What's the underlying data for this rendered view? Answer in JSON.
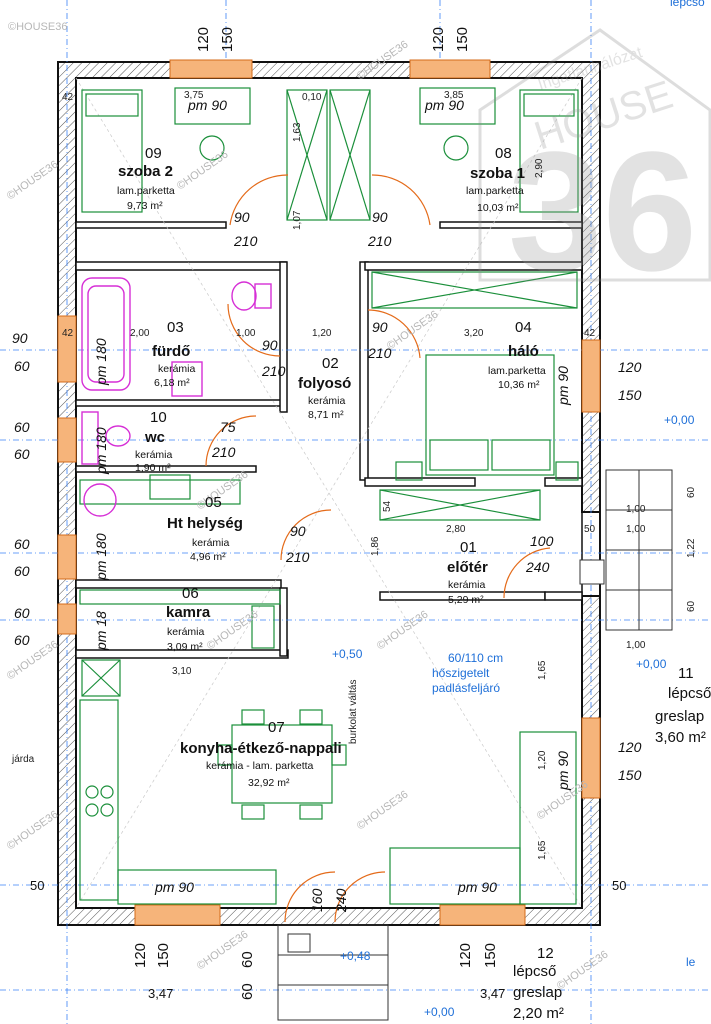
{
  "watermark": {
    "brand": "HOUSE",
    "number": "36",
    "tagline": "Ingatlanhálózat",
    "repeat": "©HOUSE36"
  },
  "rooms": [
    {
      "id": "09",
      "name": "szoba 2",
      "material": "lam.parketta",
      "area": "9,73 m²"
    },
    {
      "id": "08",
      "name": "szoba 1",
      "material": "lam.parketta",
      "area": "10,03 m²"
    },
    {
      "id": "03",
      "name": "fürdő",
      "material": "kerámia",
      "area": "6,18 m²"
    },
    {
      "id": "02",
      "name": "folyosó",
      "material": "kerámia",
      "area": "8,71 m²"
    },
    {
      "id": "04",
      "name": "háló",
      "material": "lam.parketta",
      "area": "10,36 m²"
    },
    {
      "id": "10",
      "name": "wc",
      "material": "kerámia",
      "area": "1,90 m²"
    },
    {
      "id": "05",
      "name": "Ht helység",
      "material": "kerámia",
      "area": "4,96 m²"
    },
    {
      "id": "01",
      "name": "előtér",
      "material": "kerámia",
      "area": "5,29 m²"
    },
    {
      "id": "06",
      "name": "kamra",
      "material": "kerámia",
      "area": "3,09 m²"
    },
    {
      "id": "07",
      "name": "konyha-étkező-nappali",
      "material": "kerámia - lam. parketta",
      "area": "32,92 m²"
    }
  ],
  "stairs": [
    {
      "id": "11",
      "name": "lépcső",
      "material": "greslap",
      "area": "3,60 m²"
    },
    {
      "id": "12",
      "name": "lépcső",
      "material": "greslap",
      "area": "2,20 m²"
    }
  ],
  "windows": {
    "pm": [
      "pm 90",
      "pm 90",
      "pm 90",
      "pm 90",
      "pm 90",
      "pm 90"
    ],
    "pm_side": [
      "pm 180",
      "pm 180",
      "pm 180",
      "pm 18"
    ]
  },
  "dims": {
    "top": [
      "120",
      "150",
      "120",
      "150"
    ],
    "right": [
      "120",
      "150",
      "120",
      "150"
    ],
    "left": [
      "90",
      "60",
      "60",
      "60",
      "60",
      "60",
      "60",
      "60"
    ],
    "bottom": [
      "120",
      "150",
      "60",
      "60",
      "120",
      "150"
    ],
    "bottom_totals": [
      "3,47",
      "3,47"
    ],
    "bottom_side": [
      "50",
      "50",
      "60"
    ],
    "doors": [
      "90",
      "210",
      "90",
      "210",
      "90",
      "210",
      "90",
      "210",
      "75",
      "210",
      "90",
      "210",
      "100",
      "240",
      "160",
      "240"
    ]
  },
  "levels": {
    "right_top": "+0,00",
    "right_mid": "+0,00",
    "bottom_right": "+0,00",
    "entry": "+0,50",
    "entry_bottom": "+0,48"
  },
  "inner_dims": [
    "3,75",
    "3,85",
    "2,00",
    "1,00",
    "1,20",
    "3,20",
    "2,80",
    "1,65",
    "1,65",
    "1,20",
    "1,63",
    "1,07",
    "42",
    "42",
    "42",
    "54",
    "1,86",
    "2,90",
    "1,00",
    "50",
    "1,00",
    "1,22",
    "60",
    "60",
    "1,00",
    "0,10",
    "3,10"
  ],
  "labels": {
    "attic": [
      "60/110 cm",
      "hőszigetelt",
      "padlásfeljáró"
    ],
    "burkolat": "burkolat váltás",
    "sidewalk": "járda",
    "top_right_cut": "lépcső",
    "bottom_right_cut": "le"
  }
}
